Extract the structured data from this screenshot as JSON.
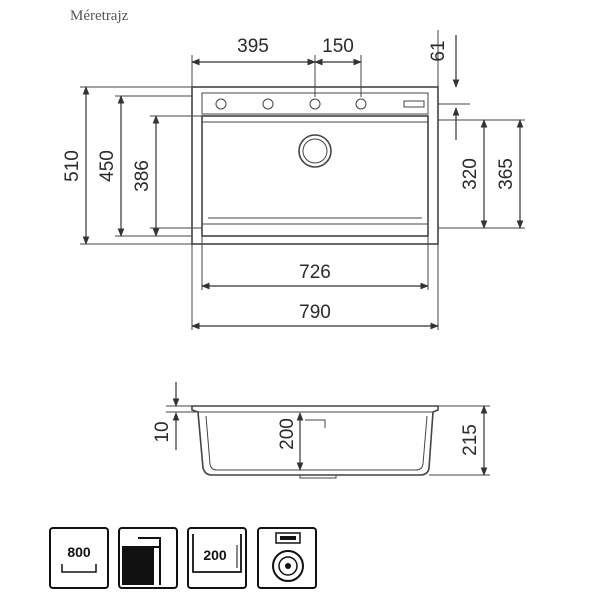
{
  "title": "Méretrajz",
  "top_view": {
    "dims": {
      "d395": "395",
      "d150": "150",
      "d61": "61",
      "d510": "510",
      "d450": "450",
      "d386": "386",
      "d320": "320",
      "d365": "365",
      "d726": "726",
      "d790": "790"
    }
  },
  "side_view": {
    "dims": {
      "d10": "10",
      "d200": "200",
      "d215": "215"
    }
  },
  "icons": [
    {
      "name": "cabinet-800-icon",
      "label": "800"
    },
    {
      "name": "overmount-icon",
      "label": ""
    },
    {
      "name": "depth-200-icon",
      "label": "200"
    },
    {
      "name": "drain-icon",
      "label": ""
    }
  ]
}
